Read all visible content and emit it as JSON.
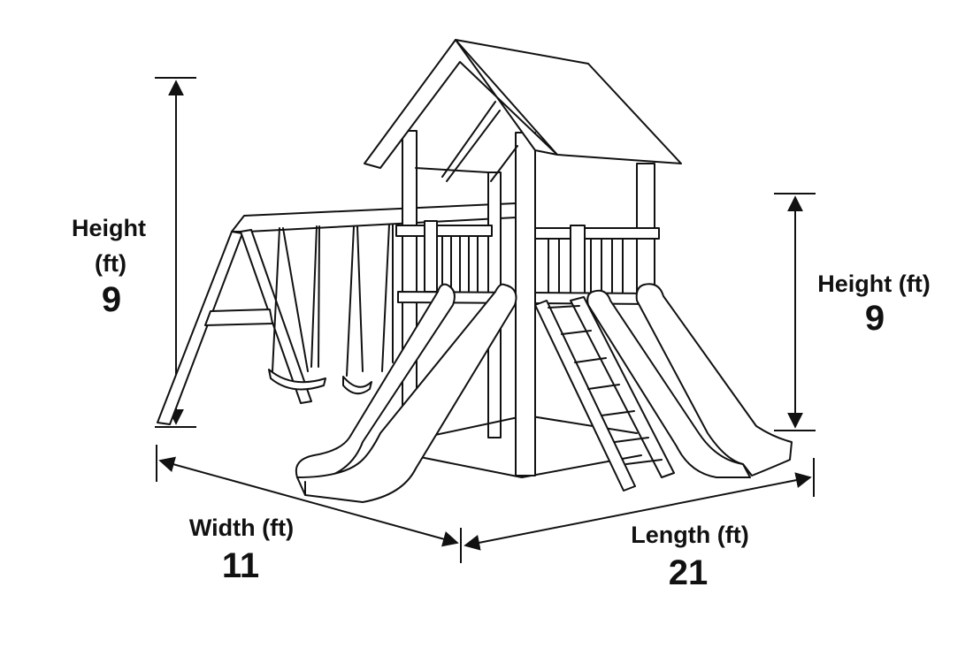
{
  "dimensions": {
    "swing_height": {
      "label": "Height",
      "unit": "(ft)",
      "value": "9"
    },
    "tower_height": {
      "label": "Height (ft)",
      "value": "9"
    },
    "width": {
      "label": "Width (ft)",
      "value": "11"
    },
    "length": {
      "label": "Length (ft)",
      "value": "21"
    }
  },
  "colors": {
    "line": "#111111",
    "background": "#ffffff"
  }
}
